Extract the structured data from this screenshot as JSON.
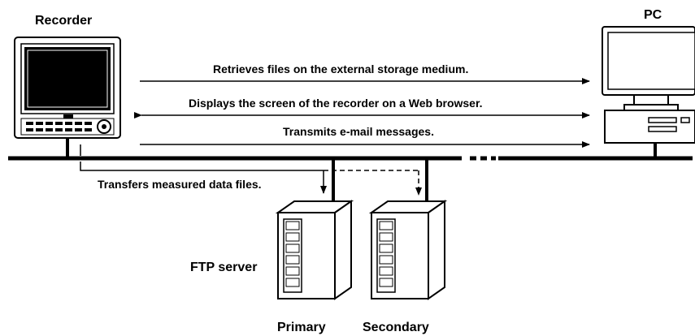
{
  "devices": {
    "recorder_label": "Recorder",
    "pc_label": "PC",
    "ftp_server_label": "FTP server",
    "primary_label": "Primary",
    "secondary_label": "Secondary"
  },
  "messages": {
    "retrieve_files": "Retrieves files on the external storage medium.",
    "display_screen": "Displays the screen of the recorder on a Web browser.",
    "transmit_email": "Transmits e-mail messages.",
    "transfer_data": "Transfers measured data files."
  },
  "colors": {
    "stroke": "#000000",
    "background": "#ffffff",
    "screen": "#000000",
    "server_fill": "#ffffff"
  },
  "icons": {
    "recorder": "recorder-icon",
    "pc": "pc-icon",
    "server": "server-icon"
  }
}
